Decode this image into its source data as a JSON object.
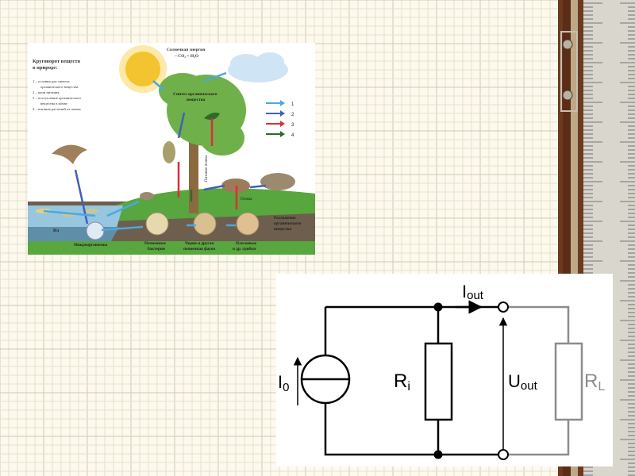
{
  "colors": {
    "page_background": "#fff8ec",
    "grid_line": "#dfe3cf",
    "grid_line_major": "#c9cdb8",
    "wood": "#6e3a1f",
    "ruler_face": "#d9d6cd",
    "circuit_wire": "#000000",
    "load_wire": "#8c8c8c",
    "arrow_blue_light": "#4aa8e0",
    "arrow_blue_dark": "#4060b8",
    "arrow_red": "#d8303a",
    "arrow_green": "#2e6b2a",
    "soil": "#6d5e4d",
    "grass": "#58a63e",
    "tree": "#6fb04a",
    "sun": "#f4c430",
    "water": "#98c6de"
  },
  "ecosystem": {
    "title_line1": "Круговорот веществ",
    "title_line2": "в природе:",
    "legend_notes": [
      "1 – условия для синтеза",
      "органического вещества",
      "2 – цепи питания",
      "3 – поступление органического",
      "вещества в почве",
      "4 – питание растений из почвы"
    ],
    "solar_energy": "Солнечная энергия",
    "solar_formula": "– CO₂ + H₂O",
    "synthesis_line1": "Синтез органического",
    "synthesis_line2": "вещества",
    "soil_nutrition": "Питание почвы",
    "soil": "Почва",
    "silt": "Ил",
    "decomposition_line1": "Разложение",
    "decomposition_line2": "органического",
    "decomposition_line3": "вещества",
    "microorganisms": "Микроорганизмы",
    "bacteria_line1": "Почвенные",
    "bacteria_line2": "бактерии",
    "worms_line1": "Черви и другая",
    "worms_line2": "почвенная фауна",
    "fungi_line1": "Плесневые",
    "fungi_line2": "и др. грибки",
    "arrow_legend": [
      {
        "label": "1",
        "color": "#4aa8e0"
      },
      {
        "label": "2",
        "color": "#4060b8"
      },
      {
        "label": "3",
        "color": "#d8303a"
      },
      {
        "label": "4",
        "color": "#2e6b2a"
      }
    ]
  },
  "circuit": {
    "current_out": "I",
    "current_out_sub": "out",
    "source_current": "I",
    "source_current_sub": "0",
    "internal_resistance": "R",
    "internal_resistance_sub": "i",
    "output_voltage": "U",
    "output_voltage_sub": "out",
    "load_resistance": "R",
    "load_resistance_sub": "L"
  }
}
